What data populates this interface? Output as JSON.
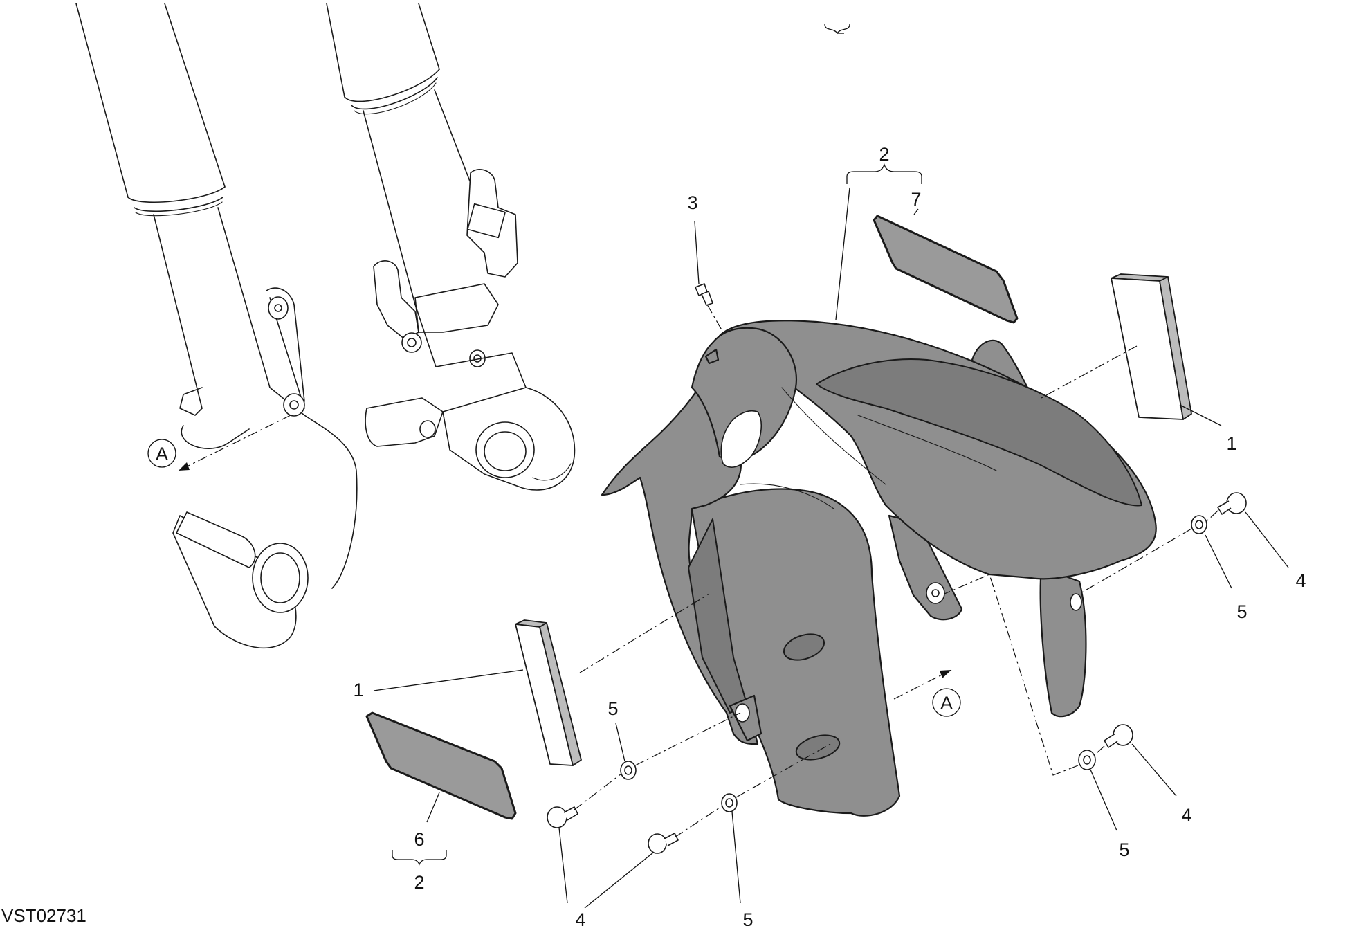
{
  "drawing_code": "VST02731",
  "reference_marker": "A",
  "callouts": {
    "c1_right": "1",
    "c1_left": "1",
    "c2_top": "2",
    "c2_bottom": "2",
    "c3": "3",
    "c4_right_upper": "4",
    "c4_right_lower": "4",
    "c4_bottom": "4",
    "c5_right_upper": "5",
    "c5_right_lower": "5",
    "c5_left_upper": "5",
    "c5_bottom": "5",
    "c6": "6",
    "c7": "7"
  },
  "colors": {
    "line": "#1a1a1a",
    "part_fill": "#8f8f8f",
    "decal_fill": "#9a9a9a",
    "background": "#ffffff"
  }
}
